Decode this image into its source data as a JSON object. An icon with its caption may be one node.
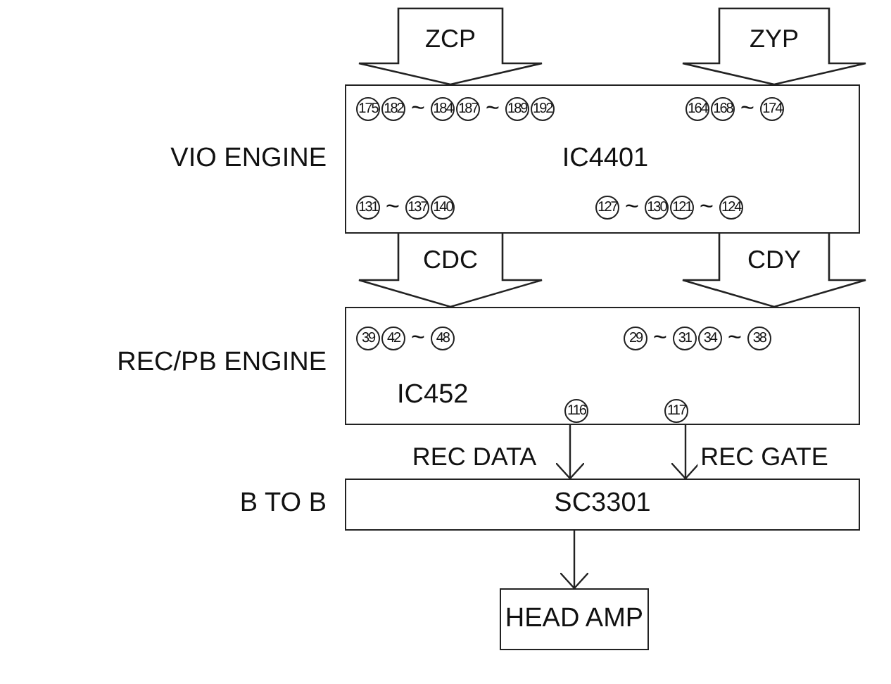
{
  "diagram": {
    "nodes": [
      {
        "text": [
          "175 182 ~ 184 187 ~ 189 192",
          "164 168 ~ 174",
          "IC4401",
          "131 ~ 137 140",
          "127 ~ 130 121 ~ 124"
        ],
        "beside": [
          "VIO ENGINE"
        ]
      },
      {
        "text": [
          "39 42 ~ 48",
          "29 ~ 31 34 ~ 38",
          "IC452",
          "116",
          "117"
        ],
        "beside": [
          "REC/PB ENGINE"
        ]
      },
      {
        "text": [
          "SC3301"
        ],
        "beside": [
          "B TO B"
        ]
      },
      {
        "text": [
          "HEAD AMP"
        ]
      }
    ],
    "edges": [
      {
        "from": null,
        "to": 0,
        "arrow": "to",
        "label": "ZCP",
        "style": "thick"
      },
      {
        "from": null,
        "to": 0,
        "arrow": "to",
        "label": "ZYP",
        "style": "thick"
      },
      {
        "from": 0,
        "to": 1,
        "arrow": "to",
        "label": "CDC",
        "style": "thick"
      },
      {
        "from": 0,
        "to": 1,
        "arrow": "to",
        "label": "CDY",
        "style": "thick"
      },
      {
        "from": 1,
        "to": 2,
        "arrow": "to",
        "label": "REC DATA"
      },
      {
        "from": 1,
        "to": 2,
        "arrow": "to",
        "label": "REC GATE"
      },
      {
        "from": 2,
        "to": 3,
        "arrow": "to"
      }
    ]
  }
}
